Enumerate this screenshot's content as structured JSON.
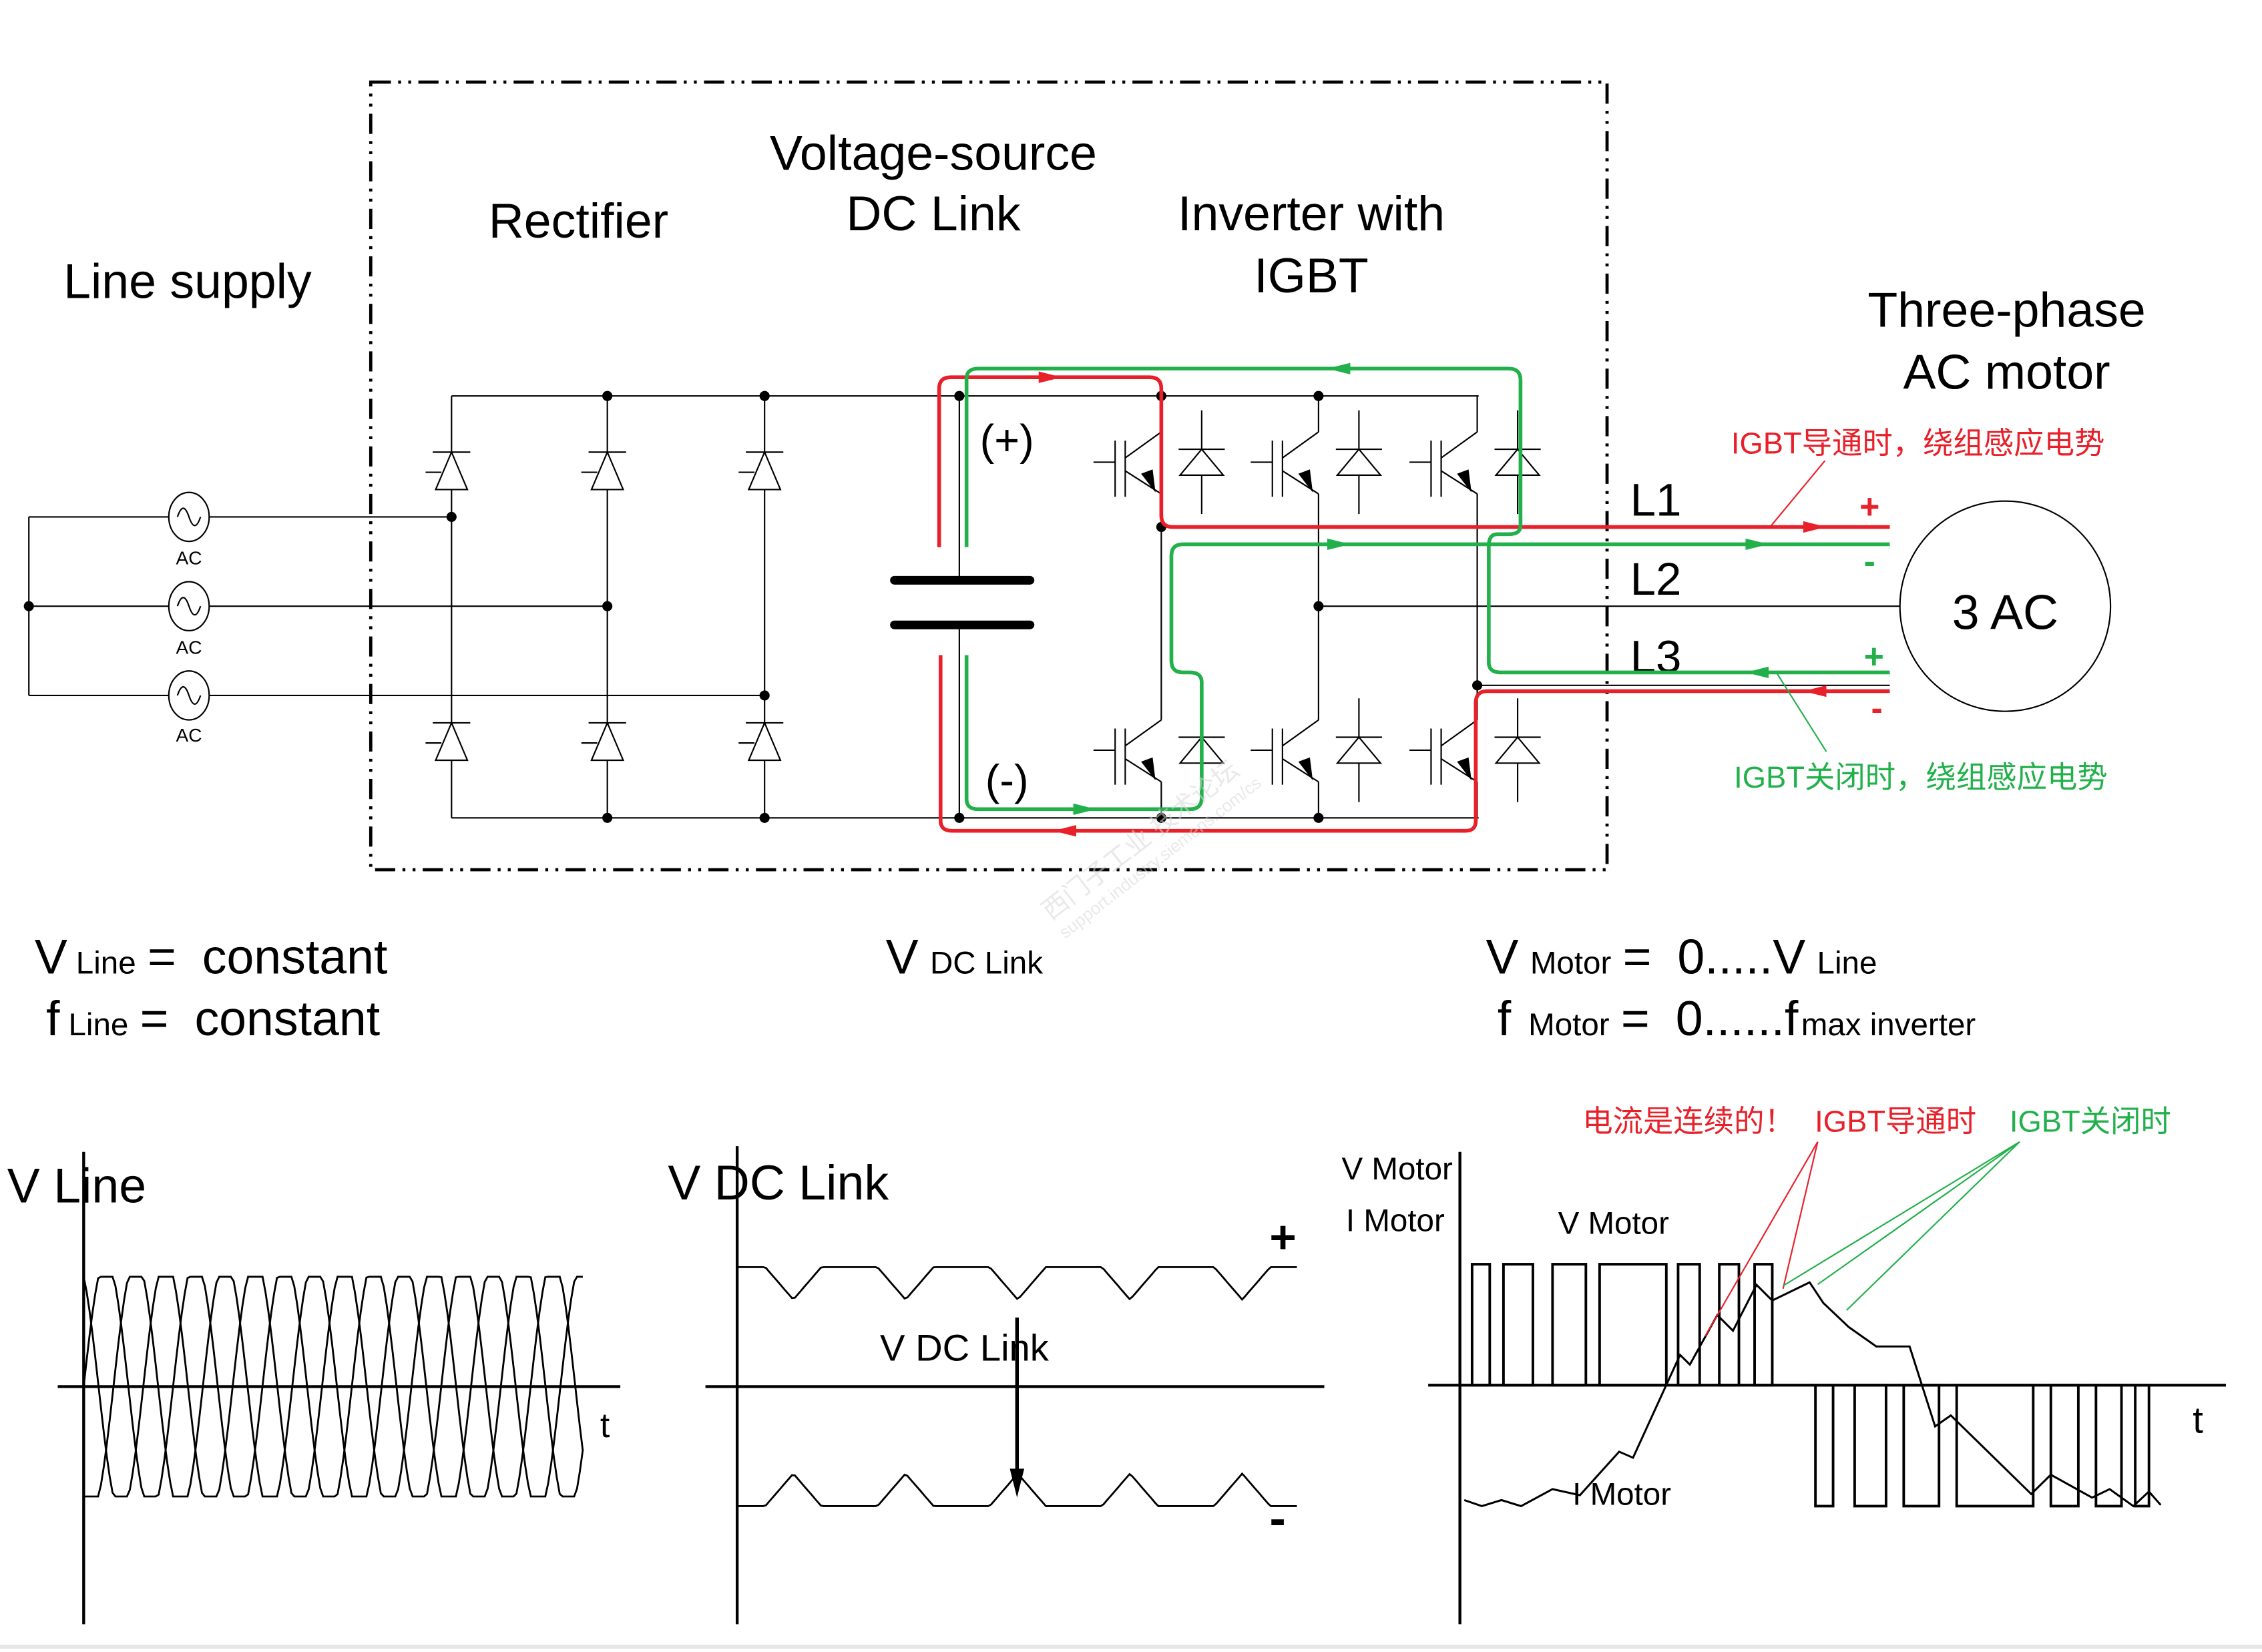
{
  "sections": {
    "line_supply": "Line supply",
    "rectifier": "Rectifier",
    "dc_link_line1": "Voltage-source",
    "dc_link_line2": "DC Link",
    "inverter_line1": "Inverter with",
    "inverter_line2": "IGBT",
    "motor_line1": "Three-phase",
    "motor_line2": "AC motor"
  },
  "circuit": {
    "ac_source_label": "AC",
    "dc_plus": "(+)",
    "dc_minus": "(-)",
    "phases": [
      "L1",
      "L2",
      "L3"
    ],
    "motor_label": "3 AC",
    "polarity_l1": "+",
    "polarity_l2": "-",
    "polarity_l3_top": "+",
    "polarity_l3_bottom": "-"
  },
  "annotations": {
    "igbt_on_emf": "IGBT导通时，绕组感应电势",
    "igbt_off_emf": "IGBT关闭时，绕组感应电势",
    "current_continuous": "电流是连续的！",
    "igbt_on": "IGBT导通时",
    "igbt_off": "IGBT关闭时"
  },
  "colors": {
    "conducting_path": "#e8202a",
    "freewheel_path": "#22b04b",
    "wire": "#000000"
  },
  "formulas": {
    "v_line": {
      "sym": "V",
      "sub": "Line",
      "eq": "=",
      "val": "constant"
    },
    "f_line": {
      "sym": "f",
      "sub": "Line",
      "eq": "=",
      "val": "constant"
    },
    "v_dc": {
      "sym": "V",
      "sub": "DC Link"
    },
    "v_motor": {
      "sym": "V",
      "sub": "Motor",
      "eq": "=",
      "val": "0.....V",
      "val_sub": "Line"
    },
    "f_motor": {
      "sym": "f",
      "sub": "Motor",
      "eq": "=",
      "val": "0......f",
      "val_sub": "max inverter"
    }
  },
  "chart_data": [
    {
      "type": "line",
      "title": "",
      "ylabel": "V Line",
      "xlabel": "t",
      "description": "Three-phase line voltages, sinusoids 120° apart",
      "series": [
        {
          "name": "phase 1",
          "phase_deg": 0
        },
        {
          "name": "phase 2",
          "phase_deg": 120
        },
        {
          "name": "phase 3",
          "phase_deg": 240
        }
      ],
      "cycles": 5.6,
      "amplitude": 1.0,
      "ylim": [
        -2,
        2
      ]
    },
    {
      "type": "line",
      "title": "",
      "ylabel": "V DC Link",
      "xlabel": "",
      "annotation": "V DC Link",
      "plus_label": "+",
      "minus_label": "-",
      "description": "Rectified DC link rails with 6-pulse ripple",
      "series": [
        {
          "name": "positive rail",
          "level": 1.0,
          "ripple": 0.17
        },
        {
          "name": "negative rail",
          "level": -1.0,
          "ripple": 0.17
        }
      ],
      "ripple_periods": 5,
      "ylim": [
        -2,
        2
      ]
    },
    {
      "type": "line",
      "title": "",
      "ylabel_v": "V Motor",
      "ylabel_i": "I Motor",
      "xlabel": "t",
      "v_label": "V Motor",
      "i_label": "I Motor",
      "description": "PWM motor voltage and continuous motor current",
      "pwm_pulses": {
        "positive": [
          [
            0.4,
            1.3
          ],
          [
            2.0,
            3.5
          ],
          [
            4.5,
            6.2
          ],
          [
            6.9,
            10.3
          ],
          [
            10.9,
            12.0
          ],
          [
            13.0,
            14.0
          ],
          [
            14.8,
            15.7
          ]
        ],
        "negative": [
          [
            17.9,
            18.8
          ],
          [
            19.9,
            21.5
          ],
          [
            22.4,
            24.2
          ],
          [
            25.1,
            29.0
          ],
          [
            29.9,
            31.3
          ],
          [
            32.2,
            33.5
          ],
          [
            34.2,
            34.9
          ]
        ],
        "level": 1.0
      },
      "current": {
        "x": [
          0,
          0.9,
          1.9,
          2.9,
          4.5,
          5.9,
          7.9,
          8.6,
          11.0,
          11.5,
          12.9,
          13.7,
          14.9,
          15.7,
          17.6,
          18.3,
          19.6,
          21.0,
          22.7,
          24.0,
          24.8,
          28.9,
          29.9,
          32.0,
          32.9,
          34.1,
          34.9,
          35.5
        ],
        "y": [
          -0.95,
          -1.0,
          -0.95,
          -1.0,
          -0.86,
          -0.91,
          -0.55,
          -0.6,
          0.25,
          0.17,
          0.58,
          0.45,
          0.83,
          0.7,
          0.85,
          0.68,
          0.48,
          0.32,
          0.32,
          -0.34,
          -0.25,
          -0.9,
          -0.74,
          -0.93,
          -0.86,
          -1.0,
          -0.88,
          -0.99
        ]
      },
      "ylim": [
        -2,
        2
      ]
    }
  ],
  "watermark": {
    "line1": "西门子工业 技术论坛",
    "line2": "support.industry.siemens.com/cs"
  }
}
